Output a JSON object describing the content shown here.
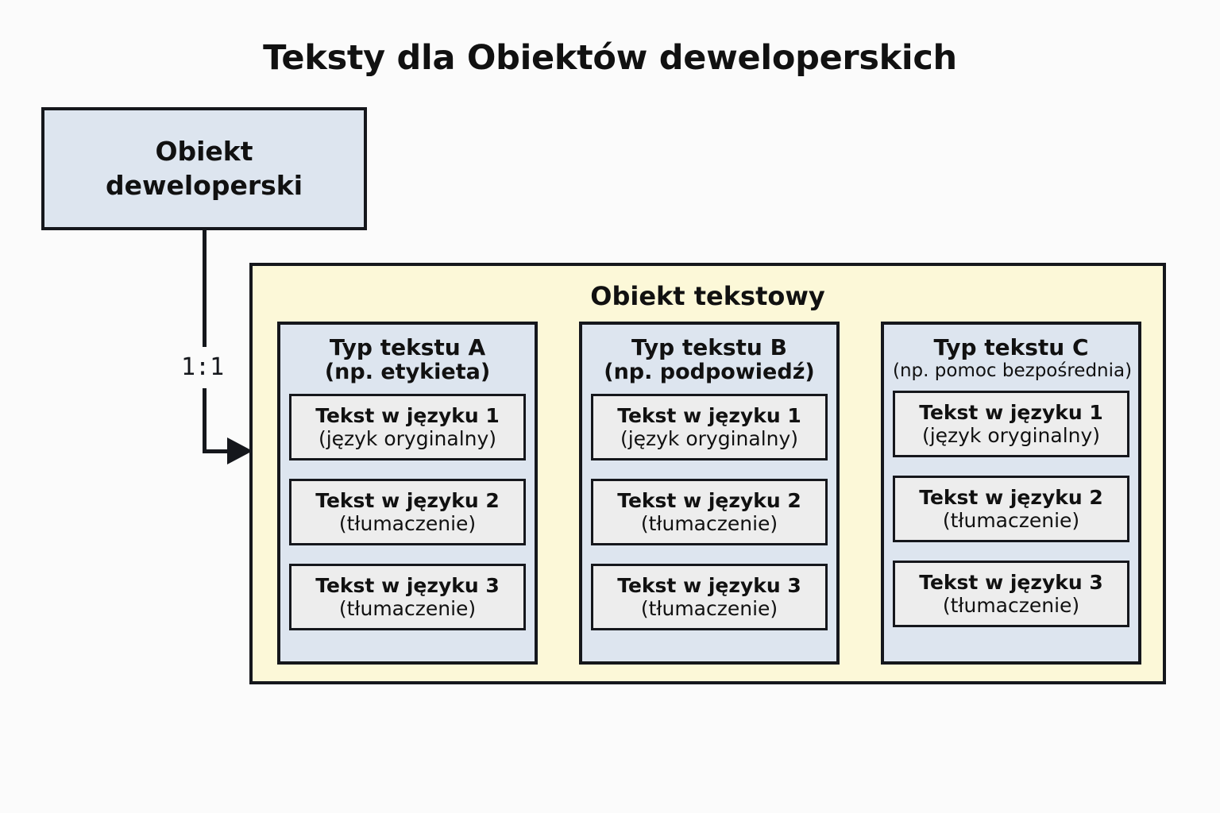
{
  "title": "Teksty dla Obiektów deweloperskich",
  "dev_object": {
    "label": "Obiekt\ndeweloperski"
  },
  "connector": {
    "cardinality": "1:1",
    "arrow_icon": "arrow-right-icon"
  },
  "text_object": {
    "title": "Obiekt tekstowy",
    "columns": [
      {
        "head_main": "Typ tekstu A",
        "head_sub": "(np. etykieta)",
        "languages": [
          {
            "title": "Tekst w języku 1",
            "sub": "(język oryginalny)"
          },
          {
            "title": "Tekst w języku 2",
            "sub": "(tłumaczenie)"
          },
          {
            "title": "Tekst w języku 3",
            "sub": "(tłumaczenie)"
          }
        ]
      },
      {
        "head_main": "Typ tekstu B",
        "head_sub": "(np. podpowiedź)",
        "languages": [
          {
            "title": "Tekst w języku 1",
            "sub": "(język oryginalny)"
          },
          {
            "title": "Tekst w języku 2",
            "sub": "(tłumaczenie)"
          },
          {
            "title": "Tekst w języku 3",
            "sub": "(tłumaczenie)"
          }
        ]
      },
      {
        "head_main": "Typ tekstu C",
        "head_sub": "(np. pomoc bezpośrednia)",
        "languages": [
          {
            "title": "Tekst w języku 1",
            "sub": "(język oryginalny)"
          },
          {
            "title": "Tekst w języku 2",
            "sub": "(tłumaczenie)"
          },
          {
            "title": "Tekst w języku 3",
            "sub": "(tłumaczenie)"
          }
        ]
      }
    ]
  },
  "colors": {
    "background": "#fbfbfb",
    "blue_fill": "#dde5ef",
    "yellow_fill": "#fcf8d8",
    "gray_fill": "#ededed",
    "stroke": "#15171c",
    "text": "#111111"
  }
}
